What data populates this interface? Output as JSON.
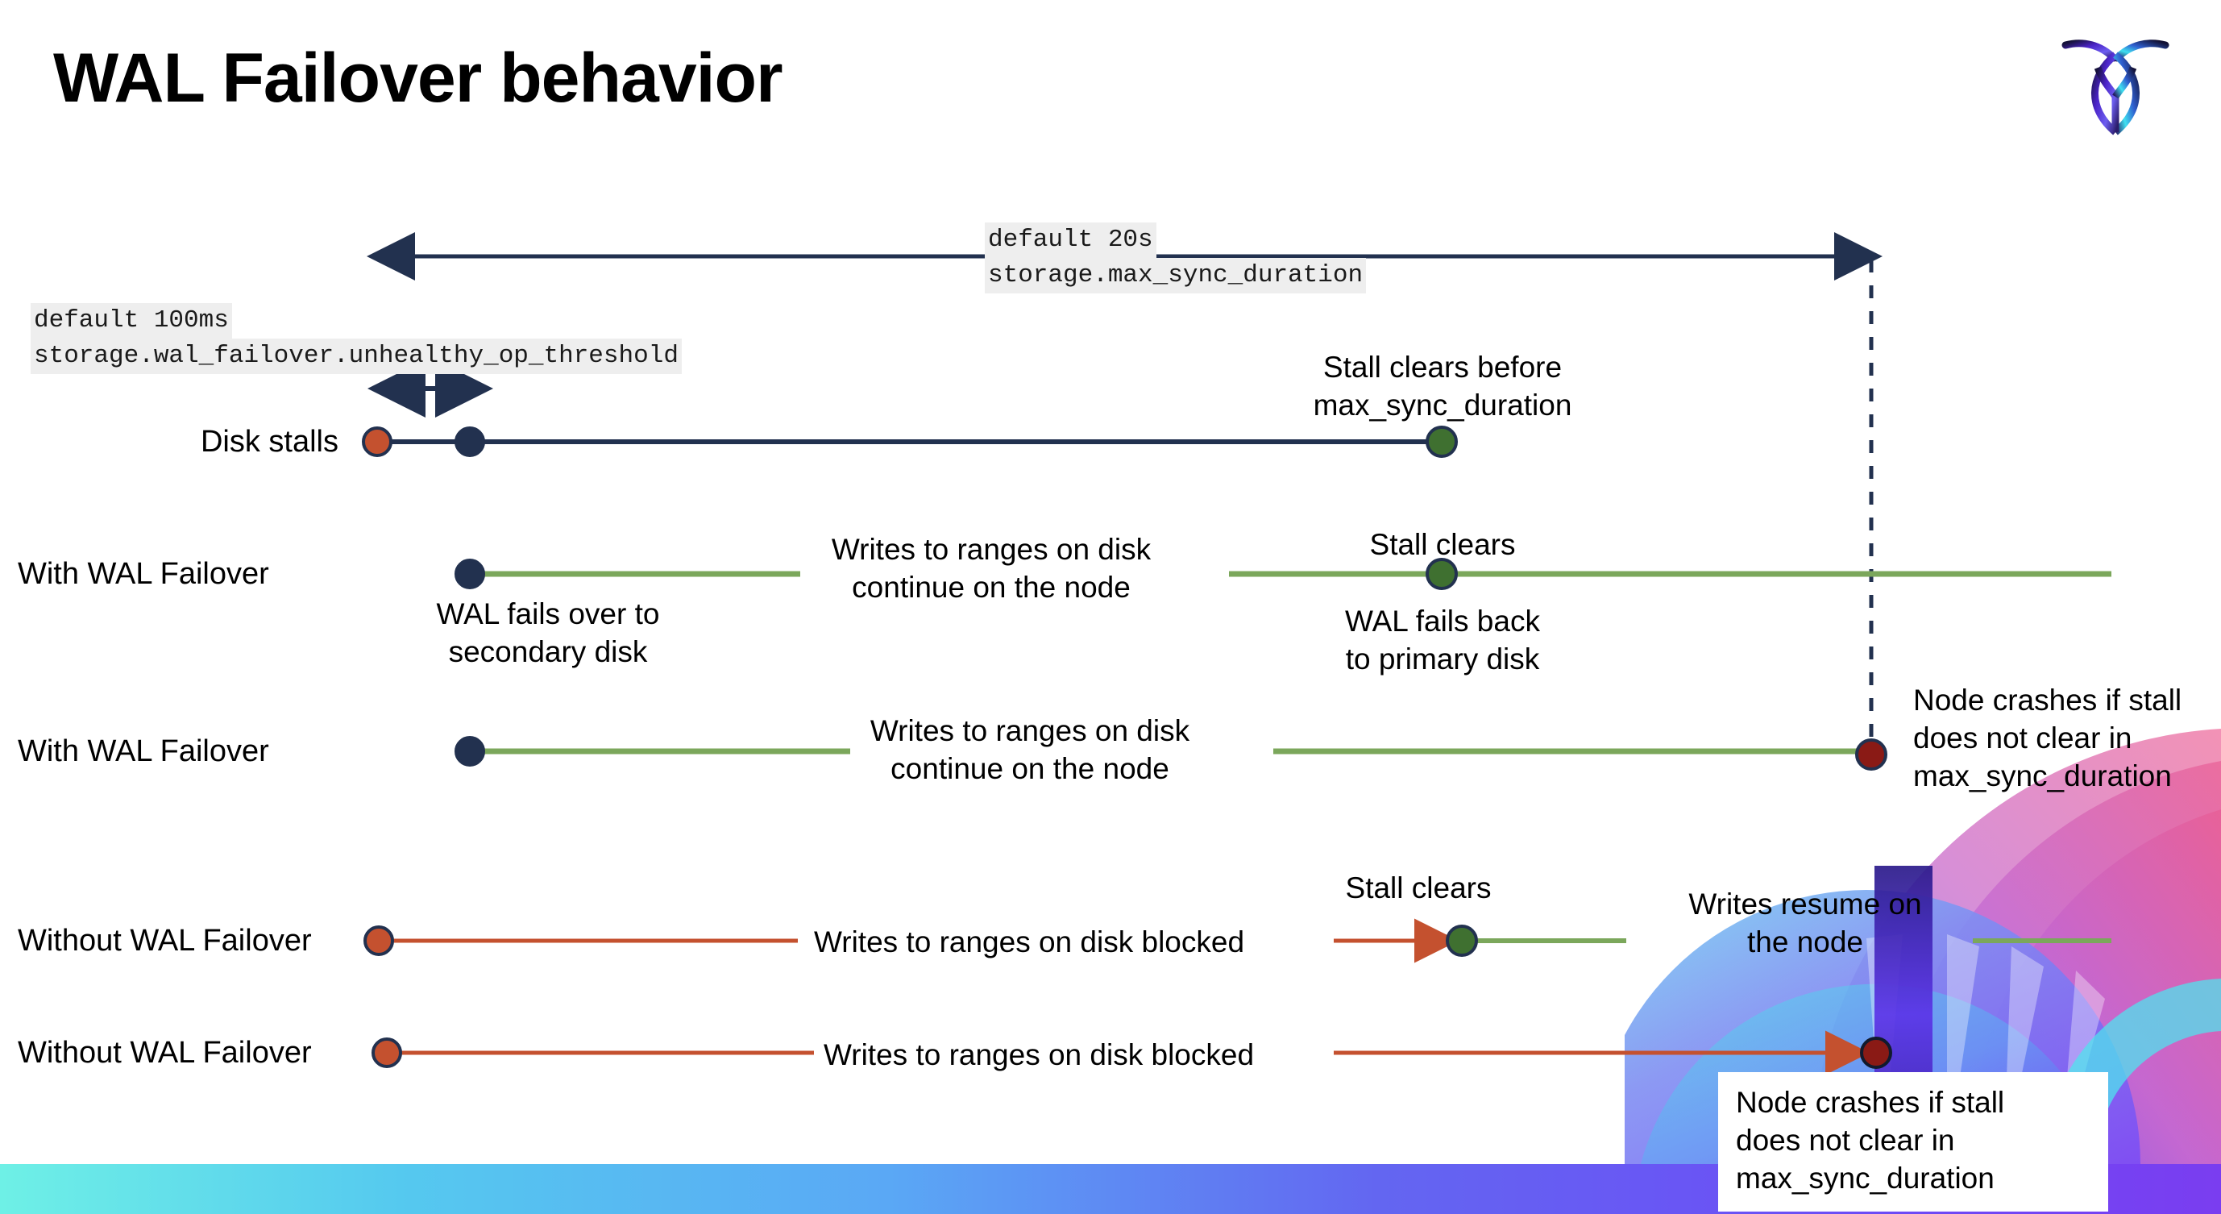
{
  "slide": {
    "title": "WAL Failover behavior",
    "logo_name": "cockroachdb-logo"
  },
  "settings": {
    "max_sync": {
      "default_label": "default 20s",
      "setting_name": "storage.max_sync_duration"
    },
    "unhealthy_op": {
      "default_label": "default 100ms",
      "setting_name": "storage.wal_failover.unhealthy_op_threshold"
    }
  },
  "rows": [
    {
      "id": "disk-stalls",
      "name": "Disk stalls",
      "annotations": [
        "Stall clears before\nmax_sync_duration"
      ]
    },
    {
      "id": "with-wal-failover-clears",
      "name": "With WAL Failover",
      "annotations": [
        "WAL fails over to\nsecondary disk",
        "Writes to ranges on disk\ncontinue on the node",
        "Stall clears",
        "WAL fails  back\nto primary disk"
      ]
    },
    {
      "id": "with-wal-failover-crash",
      "name": "With WAL Failover",
      "annotations": [
        "Writes to ranges on disk\ncontinue on the node",
        "Node crashes if stall\ndoes not clear in\nmax_sync_duration"
      ]
    },
    {
      "id": "without-wal-failover-clears",
      "name": "Without WAL Failover",
      "annotations": [
        "Writes to ranges on disk  blocked",
        "Stall clears",
        "Writes resume on\nthe node"
      ]
    },
    {
      "id": "without-wal-failover-crash",
      "name": "Without WAL Failover",
      "annotations": [
        "Writes to ranges on disk  blocked",
        "Node crashes if stall\ndoes not clear in\nmax_sync_duration"
      ]
    }
  ],
  "labels": {
    "disk_stalls": "Disk stalls",
    "with_wal_failover_1": "With WAL Failover",
    "with_wal_failover_2": "With WAL Failover",
    "without_wal_failover_1": "Without WAL Failover",
    "without_wal_failover_2": "Without WAL Failover",
    "stall_clears_before_max": "Stall clears before\nmax_sync_duration",
    "wal_fails_over": "WAL fails over to\nsecondary disk",
    "writes_continue_1": "Writes to ranges on disk\ncontinue on the node",
    "stall_clears_2": "Stall clears",
    "wal_fails_back": "WAL fails  back\nto primary disk",
    "writes_continue_2": "Writes to ranges on disk\ncontinue on the node",
    "node_crashes_1": "Node crashes if stall\ndoes not clear in\nmax_sync_duration",
    "writes_blocked_1": "Writes to ranges on disk  blocked",
    "stall_clears_4": "Stall clears",
    "writes_resume": "Writes resume on\nthe node",
    "writes_blocked_2": "Writes to ranges on disk  blocked",
    "node_crashes_2": "Node crashes if stall\ndoes not clear in\nmax_sync_duration"
  },
  "colors": {
    "navy": "#22314f",
    "orange": "#c4512f",
    "green_line": "#7ba75b",
    "green_dot": "#3f7030",
    "dark_red": "#8a1a15",
    "code_chip_bg": "#eeeeee",
    "strip_start": "#6ef0e6",
    "strip_end": "#7a3df0"
  }
}
